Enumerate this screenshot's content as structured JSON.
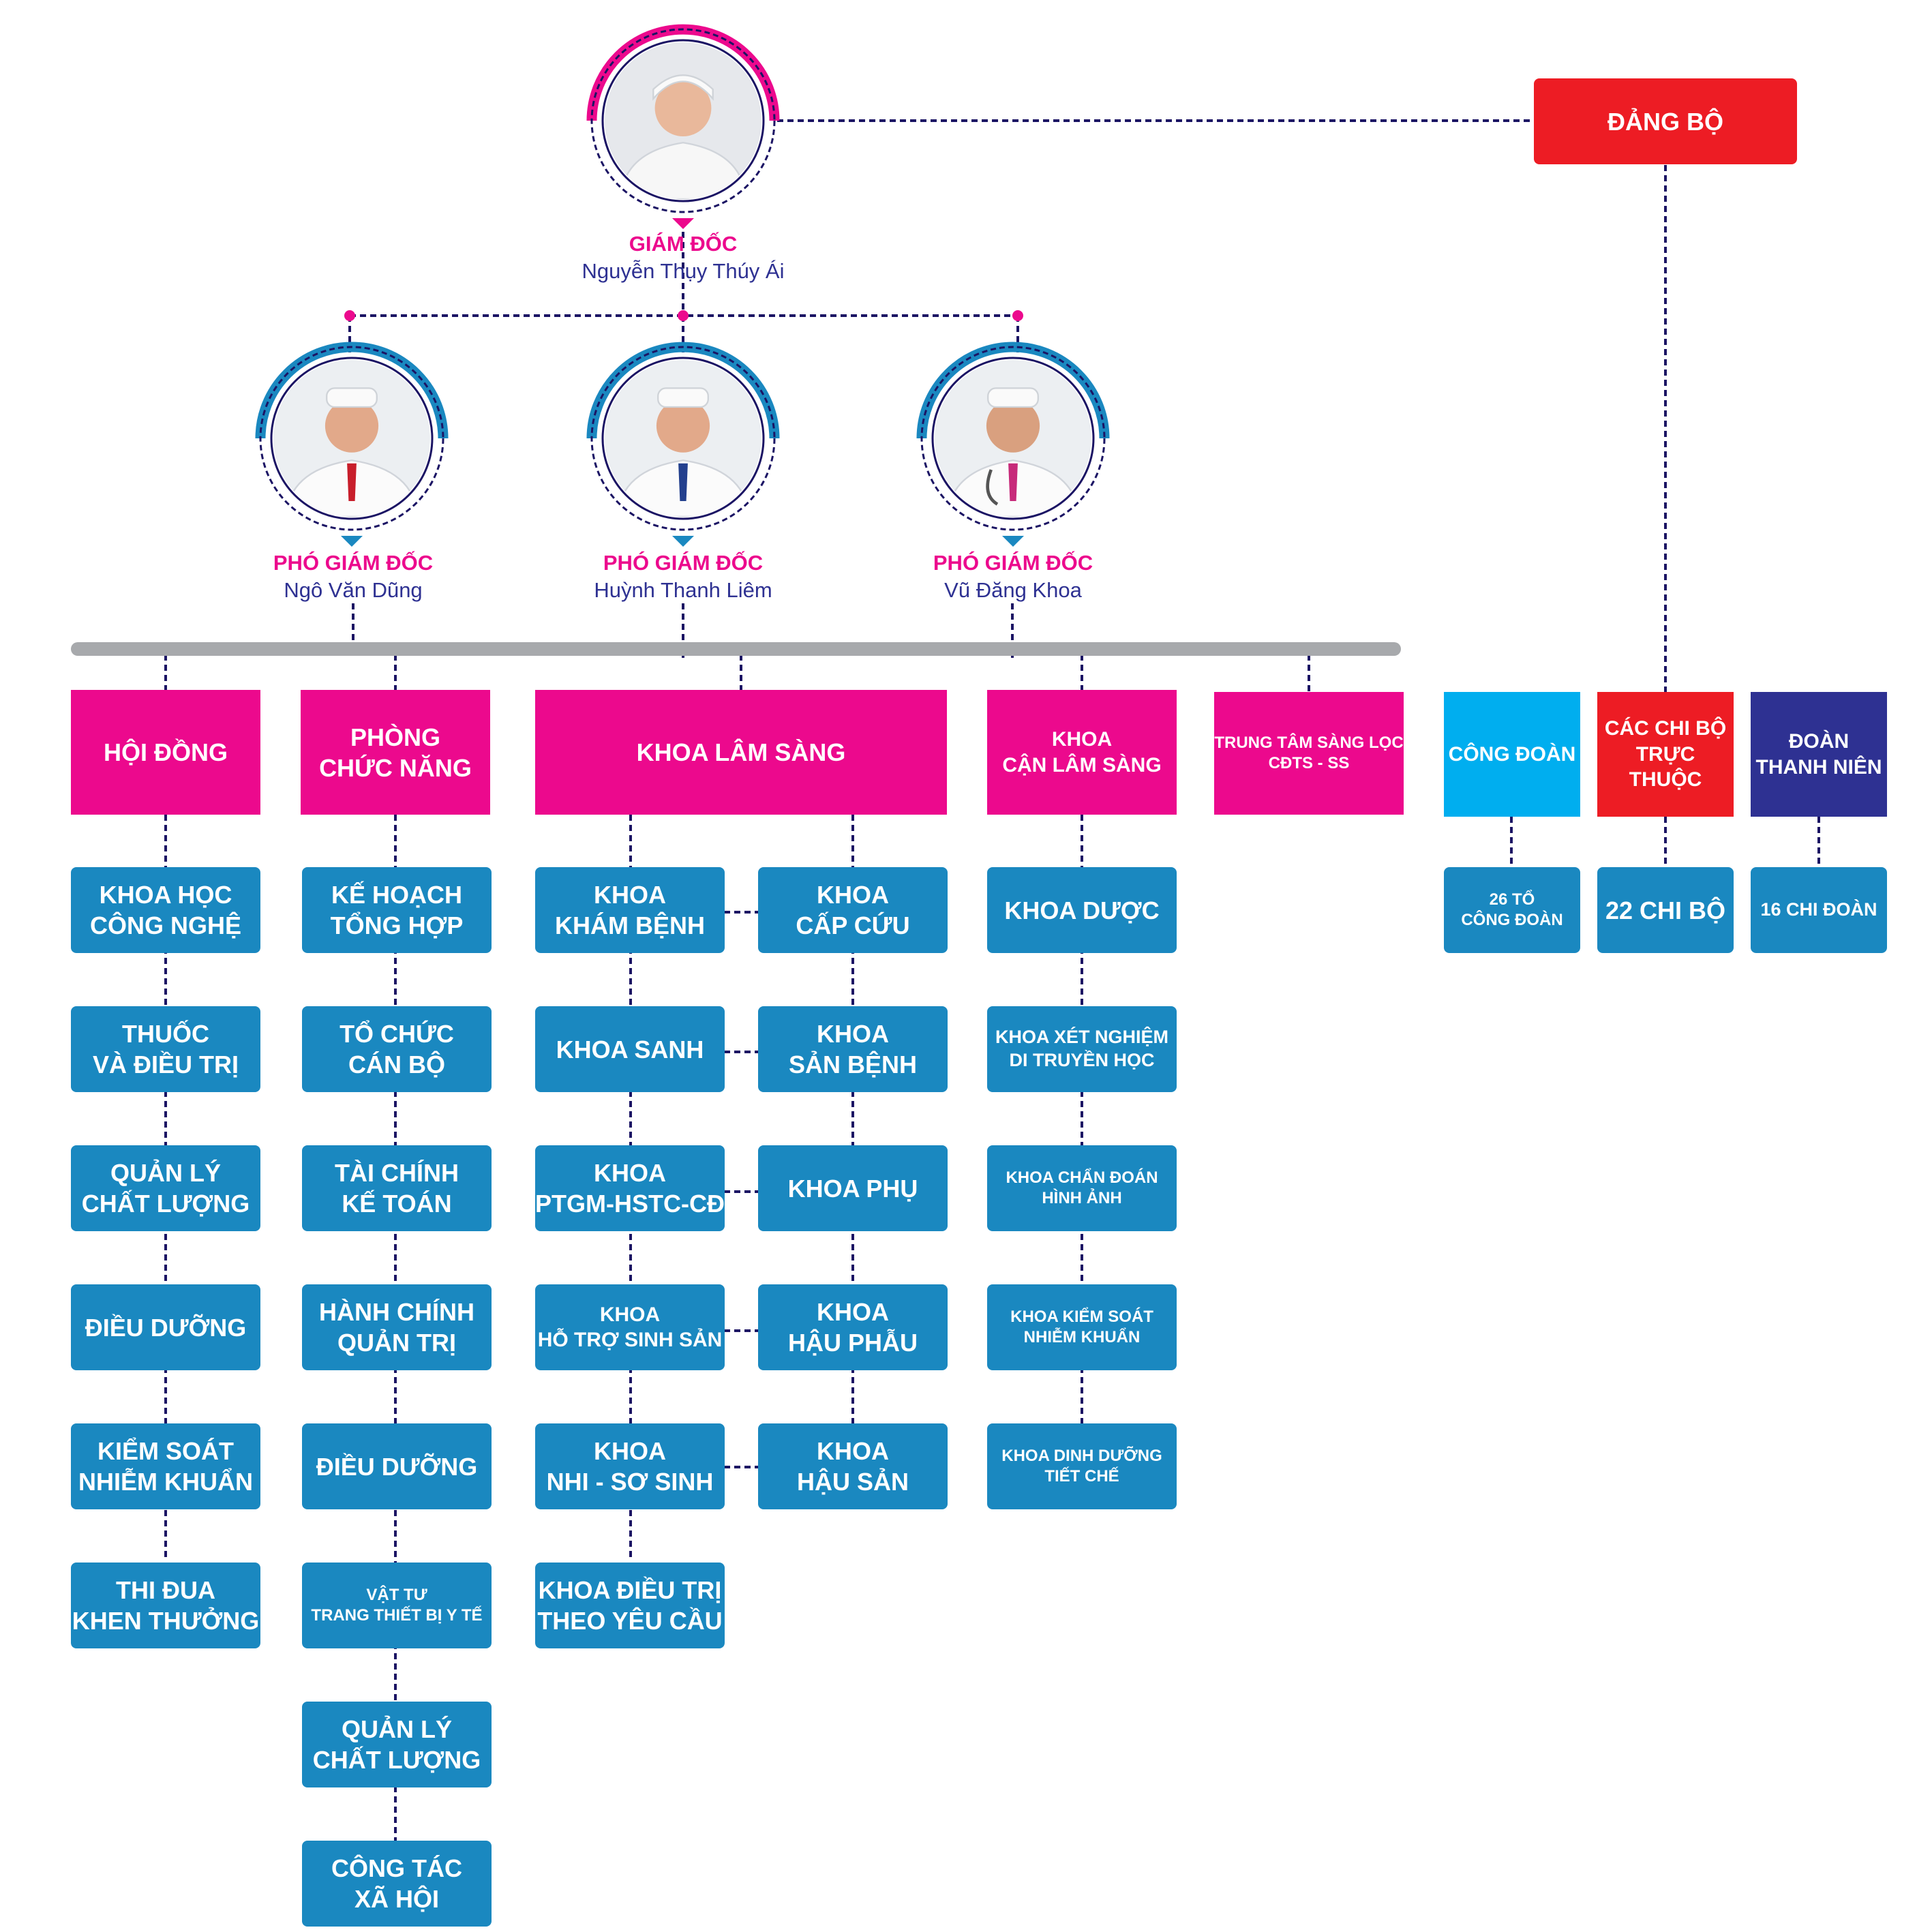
{
  "director": {
    "role": "GIÁM ĐỐC",
    "name": "Nguyễn Thụy Thúy Ái"
  },
  "deputies": [
    {
      "role": "PHÓ GIÁM ĐỐC",
      "name": "Ngô Văn Dũng"
    },
    {
      "role": "PHÓ GIÁM ĐỐC",
      "name": "Huỳnh Thanh Liêm"
    },
    {
      "role": "PHÓ GIÁM ĐỐC",
      "name": "Vũ Đăng Khoa"
    }
  ],
  "party": {
    "title": "ĐẢNG BỘ",
    "groups": [
      {
        "title": "CÔNG ĐOÀN",
        "child": "26 TỔ\nCÔNG ĐOÀN"
      },
      {
        "title": "CÁC CHI BỘ\nTRỰC THUỘC",
        "child": "22 CHI BỘ"
      },
      {
        "title": "ĐOÀN\nTHANH NIÊN",
        "child": "16 CHI ĐOÀN"
      }
    ]
  },
  "columns": {
    "hoi_dong": {
      "title": "HỘI ĐỒNG",
      "items": [
        "KHOA HỌC\nCÔNG NGHỆ",
        "THUỐC\nVÀ ĐIỀU TRỊ",
        "QUẢN LÝ\nCHẤT LƯỢNG",
        "ĐIỀU DƯỠNG",
        "KIỂM SOÁT\nNHIỄM KHUẨN",
        "THI ĐUA\nKHEN THƯỞNG"
      ]
    },
    "phong_chuc_nang": {
      "title": "PHÒNG\nCHỨC NĂNG",
      "items": [
        "KẾ HOẠCH\nTỔNG HỢP",
        "TỔ CHỨC\nCÁN BỘ",
        "TÀI CHÍNH\nKẾ TOÁN",
        "HÀNH CHÍNH\nQUẢN TRỊ",
        "ĐIỀU DƯỠNG",
        "VẬT TƯ\nTRANG THIẾT BỊ Y TẾ",
        "QUẢN LÝ\nCHẤT LƯỢNG",
        "CÔNG TÁC\nXÃ HỘI"
      ]
    },
    "khoa_lam_sang": {
      "title": "KHOA LÂM SÀNG",
      "left": [
        "KHOA\nKHÁM BỆNH",
        "KHOA SANH",
        "KHOA\nPTGM-HSTC-CĐ",
        "KHOA\nHỖ TRỢ SINH SẢN",
        "KHOA\nNHI - SƠ SINH",
        "KHOA ĐIỀU TRỊ\nTHEO YÊU CẦU"
      ],
      "right": [
        "KHOA\nCẤP CỨU",
        "KHOA\nSẢN BỆNH",
        "KHOA PHỤ",
        "KHOA\nHẬU PHẪU",
        "KHOA\nHẬU SẢN"
      ]
    },
    "khoa_can_lam_sang": {
      "title": "KHOA\nCẬN LÂM SÀNG",
      "items": [
        "KHOA DƯỢC",
        "KHOA XÉT NGHIỆM\nDI TRUYỀN HỌC",
        "KHOA CHẨN ĐOÁN\nHÌNH ẢNH",
        "KHOA KIỂM SOÁT\nNHIỄM KHUẨN",
        "KHOA DINH DƯỠNG\nTIẾT CHẾ"
      ]
    },
    "trung_tam": {
      "title": "TRUNG TÂM SÀNG LỌC\nCĐTS - SS"
    }
  }
}
